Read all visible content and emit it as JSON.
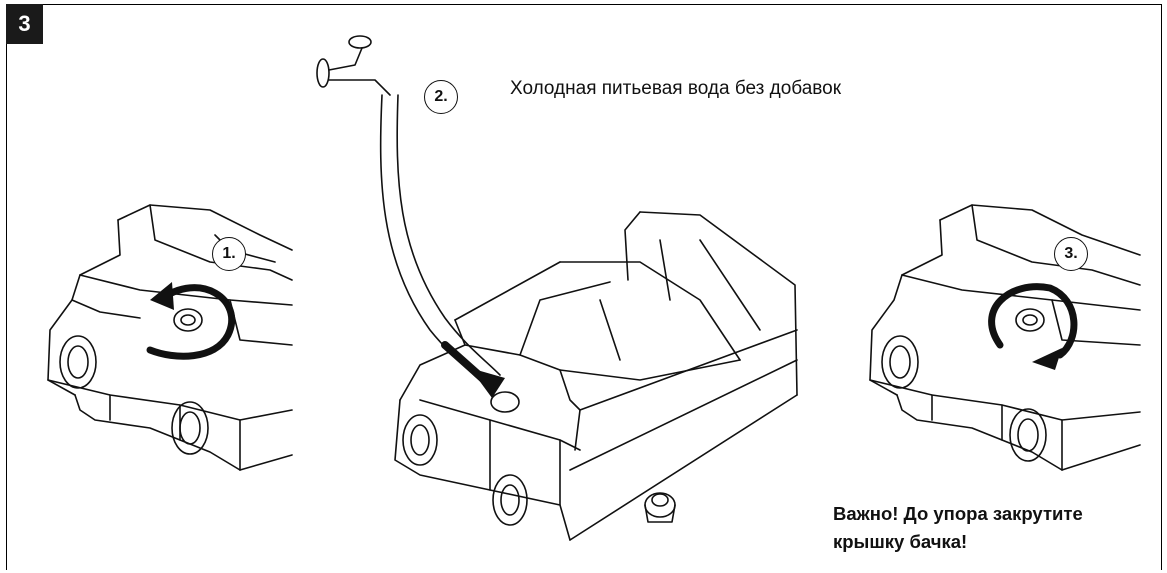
{
  "figure": {
    "step_number": "3",
    "caption": "Холодная питьевая вода без добавок",
    "warning_line1": "Важно! До упора закрутите",
    "warning_line2": "крышку бачка!",
    "steps": [
      "1.",
      "2.",
      "3."
    ]
  }
}
